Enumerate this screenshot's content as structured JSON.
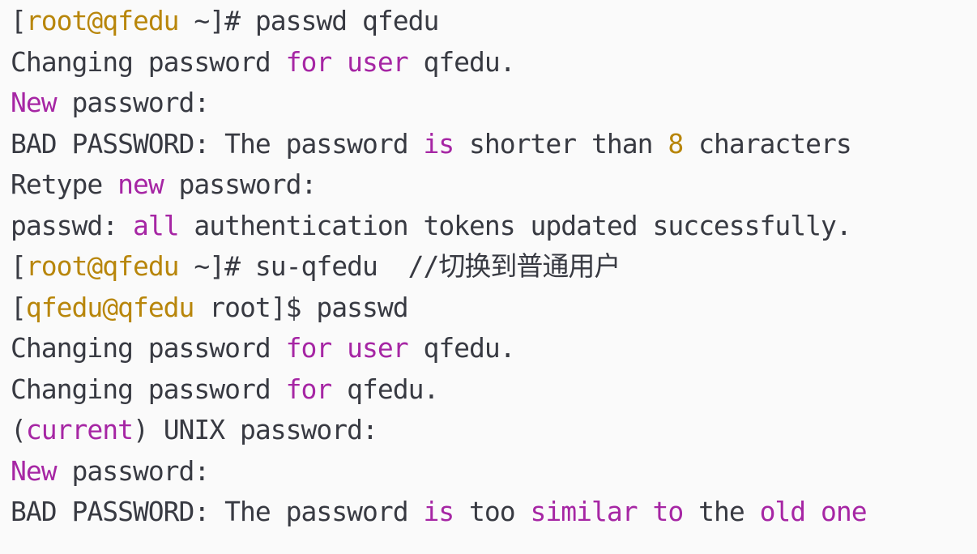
{
  "terminal": {
    "background": "#fafafa",
    "colors": {
      "fg": "#383a42",
      "magenta": "#a626a4",
      "gold": "#b8860b"
    },
    "lines": [
      {
        "segments": [
          {
            "t": "[",
            "c": "fg"
          },
          {
            "t": "root@qfedu",
            "c": "gold"
          },
          {
            "t": " ~]# passwd qfedu",
            "c": "fg"
          }
        ]
      },
      {
        "segments": [
          {
            "t": "Changing password ",
            "c": "fg"
          },
          {
            "t": "for user",
            "c": "magenta"
          },
          {
            "t": " qfedu.",
            "c": "fg"
          }
        ]
      },
      {
        "segments": [
          {
            "t": "New",
            "c": "magenta"
          },
          {
            "t": " password:",
            "c": "fg"
          }
        ]
      },
      {
        "segments": [
          {
            "t": "BAD PASSWORD: The password ",
            "c": "fg"
          },
          {
            "t": "is",
            "c": "magenta"
          },
          {
            "t": " shorter than ",
            "c": "fg"
          },
          {
            "t": "8",
            "c": "gold"
          },
          {
            "t": " characters",
            "c": "fg"
          }
        ]
      },
      {
        "segments": [
          {
            "t": "Retype ",
            "c": "fg"
          },
          {
            "t": "new",
            "c": "magenta"
          },
          {
            "t": " password:",
            "c": "fg"
          }
        ]
      },
      {
        "segments": [
          {
            "t": "passwd: ",
            "c": "fg"
          },
          {
            "t": "all",
            "c": "magenta"
          },
          {
            "t": " authentication tokens updated successfully.",
            "c": "fg"
          }
        ]
      },
      {
        "segments": [
          {
            "t": "[",
            "c": "fg"
          },
          {
            "t": "root@qfedu",
            "c": "gold"
          },
          {
            "t": " ~]# su-qfedu  ",
            "c": "fg"
          },
          {
            "t": "//切换到普通用户",
            "c": "fg"
          }
        ]
      },
      {
        "segments": [
          {
            "t": "[",
            "c": "fg"
          },
          {
            "t": "qfedu@qfedu",
            "c": "gold"
          },
          {
            "t": " root]$ passwd",
            "c": "fg"
          }
        ]
      },
      {
        "segments": [
          {
            "t": "Changing password ",
            "c": "fg"
          },
          {
            "t": "for user",
            "c": "magenta"
          },
          {
            "t": " qfedu.",
            "c": "fg"
          }
        ]
      },
      {
        "segments": [
          {
            "t": "Changing password ",
            "c": "fg"
          },
          {
            "t": "for",
            "c": "magenta"
          },
          {
            "t": " qfedu.",
            "c": "fg"
          }
        ]
      },
      {
        "segments": [
          {
            "t": "(",
            "c": "fg"
          },
          {
            "t": "current",
            "c": "magenta"
          },
          {
            "t": ") UNIX password:",
            "c": "fg"
          }
        ]
      },
      {
        "segments": [
          {
            "t": "New",
            "c": "magenta"
          },
          {
            "t": " password:",
            "c": "fg"
          }
        ]
      },
      {
        "segments": [
          {
            "t": "BAD PASSWORD: The password ",
            "c": "fg"
          },
          {
            "t": "is",
            "c": "magenta"
          },
          {
            "t": " too ",
            "c": "fg"
          },
          {
            "t": "similar to",
            "c": "magenta"
          },
          {
            "t": " the ",
            "c": "fg"
          },
          {
            "t": "old one",
            "c": "magenta"
          }
        ]
      }
    ]
  }
}
